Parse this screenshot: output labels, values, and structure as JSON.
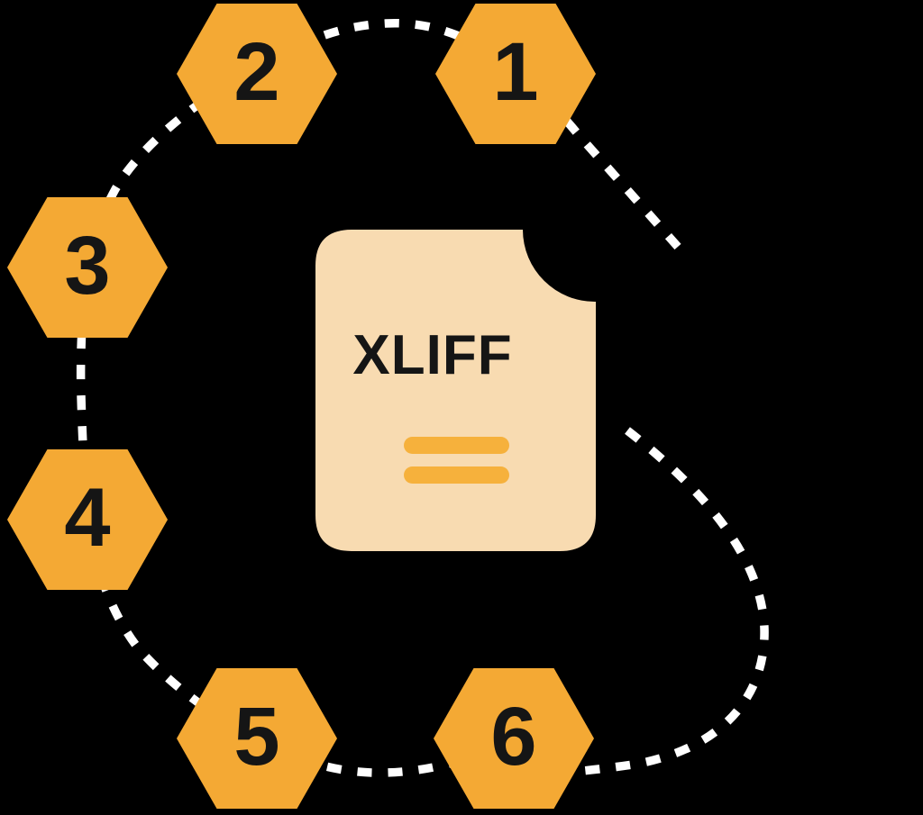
{
  "palette": {
    "background": "#000000",
    "hexagon": "#F4A934",
    "number_ink": "#151515",
    "dash": "#FFFFFF",
    "document_fill": "#F8DBB1",
    "document_bar": "#F6B13C",
    "bee_body": "#F7A82A",
    "bee_outline": "#161616",
    "wing": "#C9EEFB",
    "hat": "#F0D8B2",
    "hat_band": "#B86F45",
    "briefcase_flap": "#CD7F53",
    "briefcase_body": "#571F17",
    "lens": "#45CBF4",
    "cheek": "#F7ADC2"
  },
  "steps": [
    {
      "label": "1"
    },
    {
      "label": "2"
    },
    {
      "label": "3"
    },
    {
      "label": "4"
    },
    {
      "label": "5"
    },
    {
      "label": "6"
    }
  ],
  "document": {
    "title": "XLIFF"
  },
  "icons": {
    "mascot": "explorer-bee-icon",
    "file": "xliff-file-icon",
    "route": "dashed-route-path"
  }
}
